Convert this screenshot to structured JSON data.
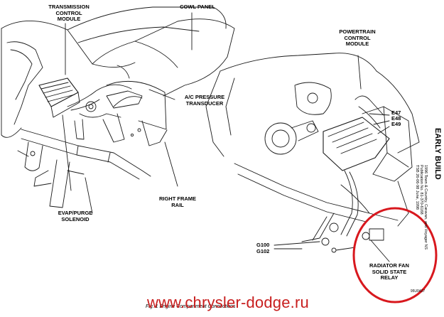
{
  "labels": {
    "transmission_control_module": "TRANSMISSION\nCONTROL\nMODULE",
    "cowl_panel": "COWL PANEL",
    "ac_pressure_transducer": "A/C PRESSURE\nTRANSDUCER",
    "right_frame_rail": "RIGHT FRAME\nRAIL",
    "evap_purge_solenoid": "EVAP/PURGE\nSOLENOID",
    "powertrain_control_module": "POWERTRAIN\nCONTROL\nMODULE",
    "e47": "E47",
    "e48": "E48",
    "e49": "E49",
    "g100": "G100",
    "g102": "G102",
    "radiator_fan_relay": "RADIATOR FAN\nSOLID STATE\nRELAY",
    "part_code": "95U0407"
  },
  "side_text": {
    "early_build": "EARLY BUILD",
    "line1": "1996 Town & Country, Caravan, and Voyager   NS",
    "line2": "Publication No. 81-370-6168",
    "line3": "TSB 26-06-98      June, 1998"
  },
  "caption": "Fig. 1 Engine Compartment Connections",
  "watermark": "www.chrysler-dodge.ru",
  "colors": {
    "line": "#1a1a1a",
    "highlight": "#d8181e",
    "watermark": "#c81e1e"
  }
}
